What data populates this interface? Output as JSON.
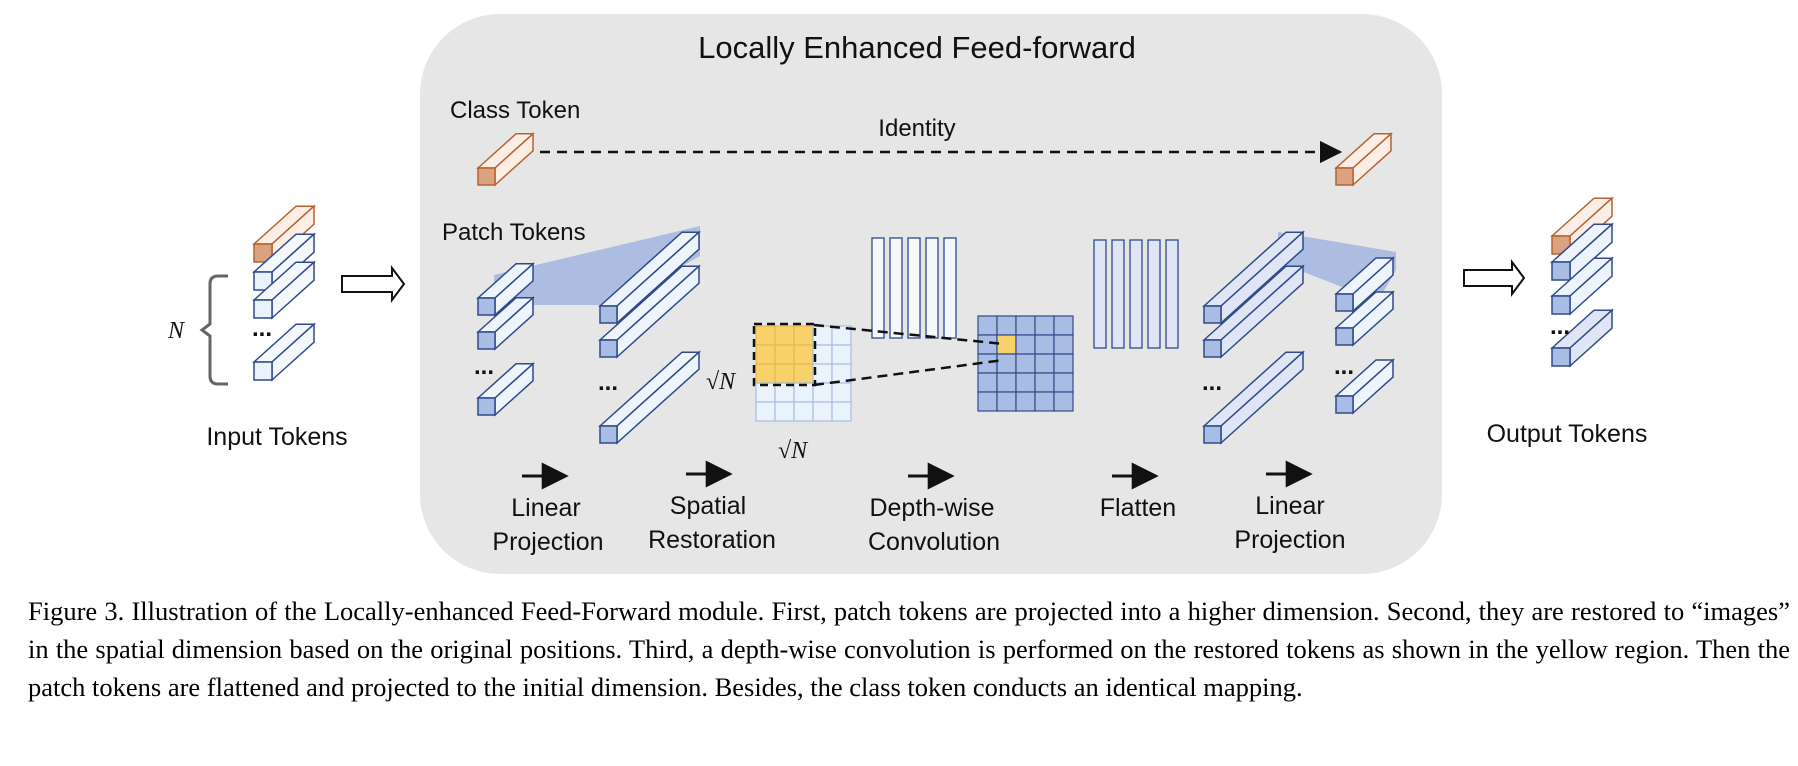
{
  "module_title": "Locally Enhanced Feed-forward",
  "labels": {
    "class_token": "Class Token",
    "identity": "Identity",
    "patch_tokens": "Patch Tokens",
    "input_tokens": "Input Tokens",
    "output_tokens": "Output Tokens",
    "n_symbol": "N",
    "sqrt_n": "√N",
    "ellipsis": "..."
  },
  "steps": [
    {
      "line1": "Linear",
      "line2": "Projection"
    },
    {
      "line1": "Spatial",
      "line2": "Restoration"
    },
    {
      "line1": "Depth-wise",
      "line2": "Convolution"
    },
    {
      "line1": "Flatten",
      "line2": ""
    },
    {
      "line1": "Linear",
      "line2": "Projection"
    }
  ],
  "caption": "Figure 3. Illustration of the Locally-enhanced Feed-Forward module. First, patch tokens are projected into a higher dimension. Second, they are restored to “images” in the spatial dimension based on the original positions. Third, a depth-wise convolution is performed on the restored tokens as shown in the yellow region. Then the patch tokens are flattened and projected to the initial dimension. Besides, the class token conducts an identical mapping.",
  "colors": {
    "panel_bg": "#e6e6e6",
    "blue_fill": "#a9bce3",
    "blue_stroke": "#2f4a8a",
    "light_fill": "#eaf2fb",
    "orange_fill": "#dba27f",
    "orange_stroke": "#b8622f",
    "yellow_fill": "#f7d26a",
    "projection_band": "#9fb2e0"
  }
}
